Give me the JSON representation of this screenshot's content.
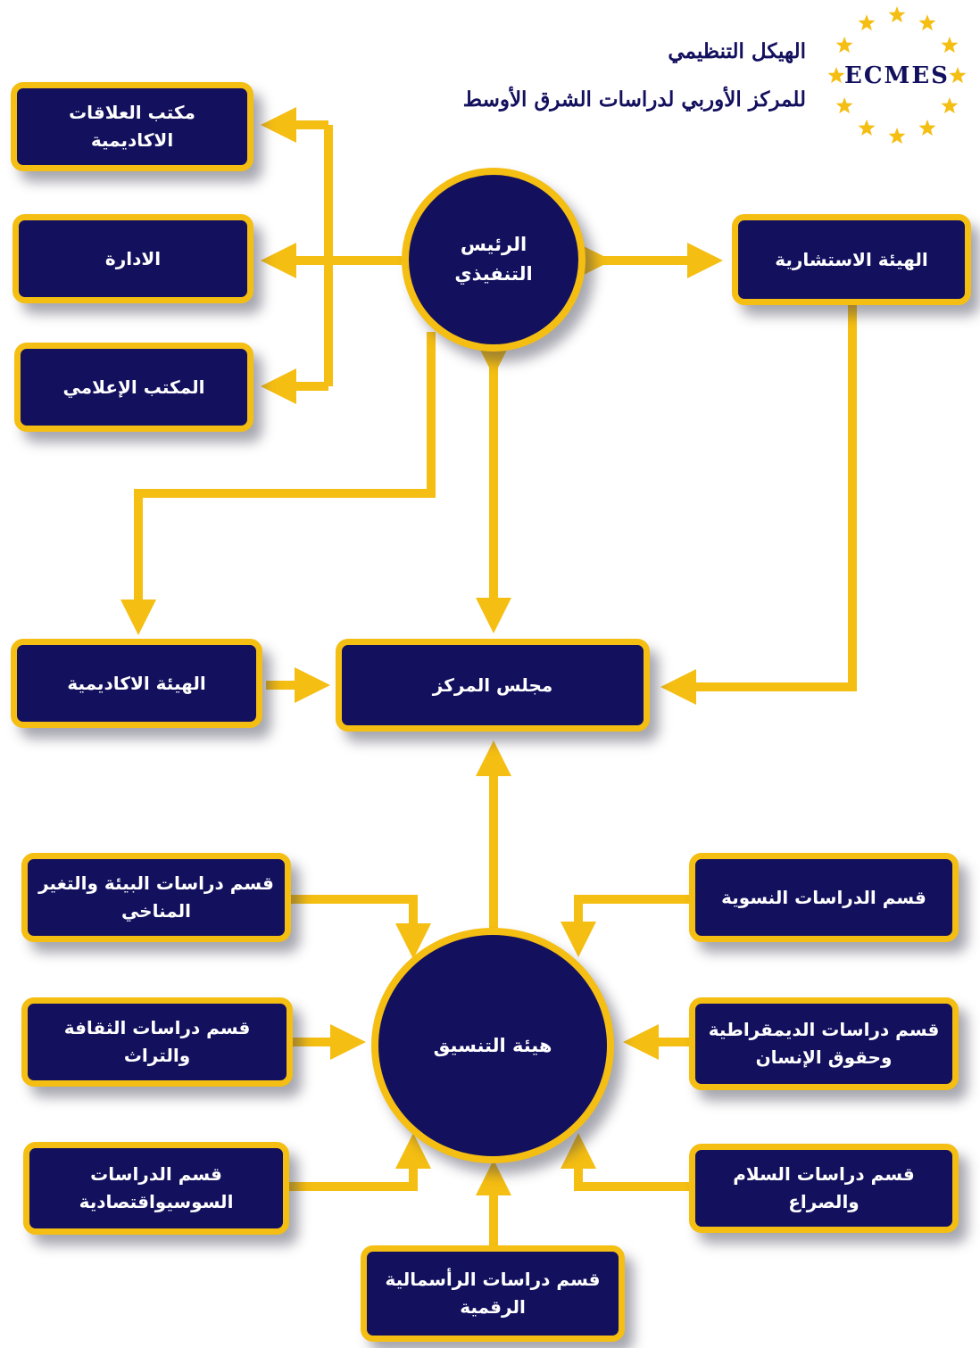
{
  "header": {
    "title_line1": "الهيكل التنظيمي",
    "title_line2": "للمركز الأوربي لدراسات الشرق الأوسط",
    "logo_text": "ECMES"
  },
  "nodes": {
    "executive_president": "الرئيس\nالتنفيذي",
    "advisory_board": "الهيئة الاستشارية",
    "academic_relations_office": "مكتب العلاقات الاكاديمية",
    "administration": "الادارة",
    "media_office": "المكتب الإعلامي",
    "academic_board": "الهيئة الاكاديمية",
    "center_council": "مجلس المركز",
    "coordination_board": "هيئة التنسيق",
    "env_climate_dept": "قسم دراسات البيئة والتغير\nالمناخي",
    "feminist_studies_dept": "قسم الدراسات النسوية",
    "culture_heritage_dept": "قسم دراسات الثقافة والتراث",
    "democracy_hr_dept": "قسم دراسات الديمقراطية\nوحقوق الإنسان",
    "socioeconomic_dept": "قسم الدراسات\nالسوسيواقتصادية",
    "peace_conflict_dept": "قسم دراسات السلام والصراع",
    "digital_capitalism_dept": "قسم دراسات الرأسمالية\nالرقمية"
  },
  "colors": {
    "node_fill": "#13105e",
    "node_border": "#f5be12",
    "connector": "#f5be12",
    "star": "#f5be12",
    "text_dark": "#13105e"
  }
}
